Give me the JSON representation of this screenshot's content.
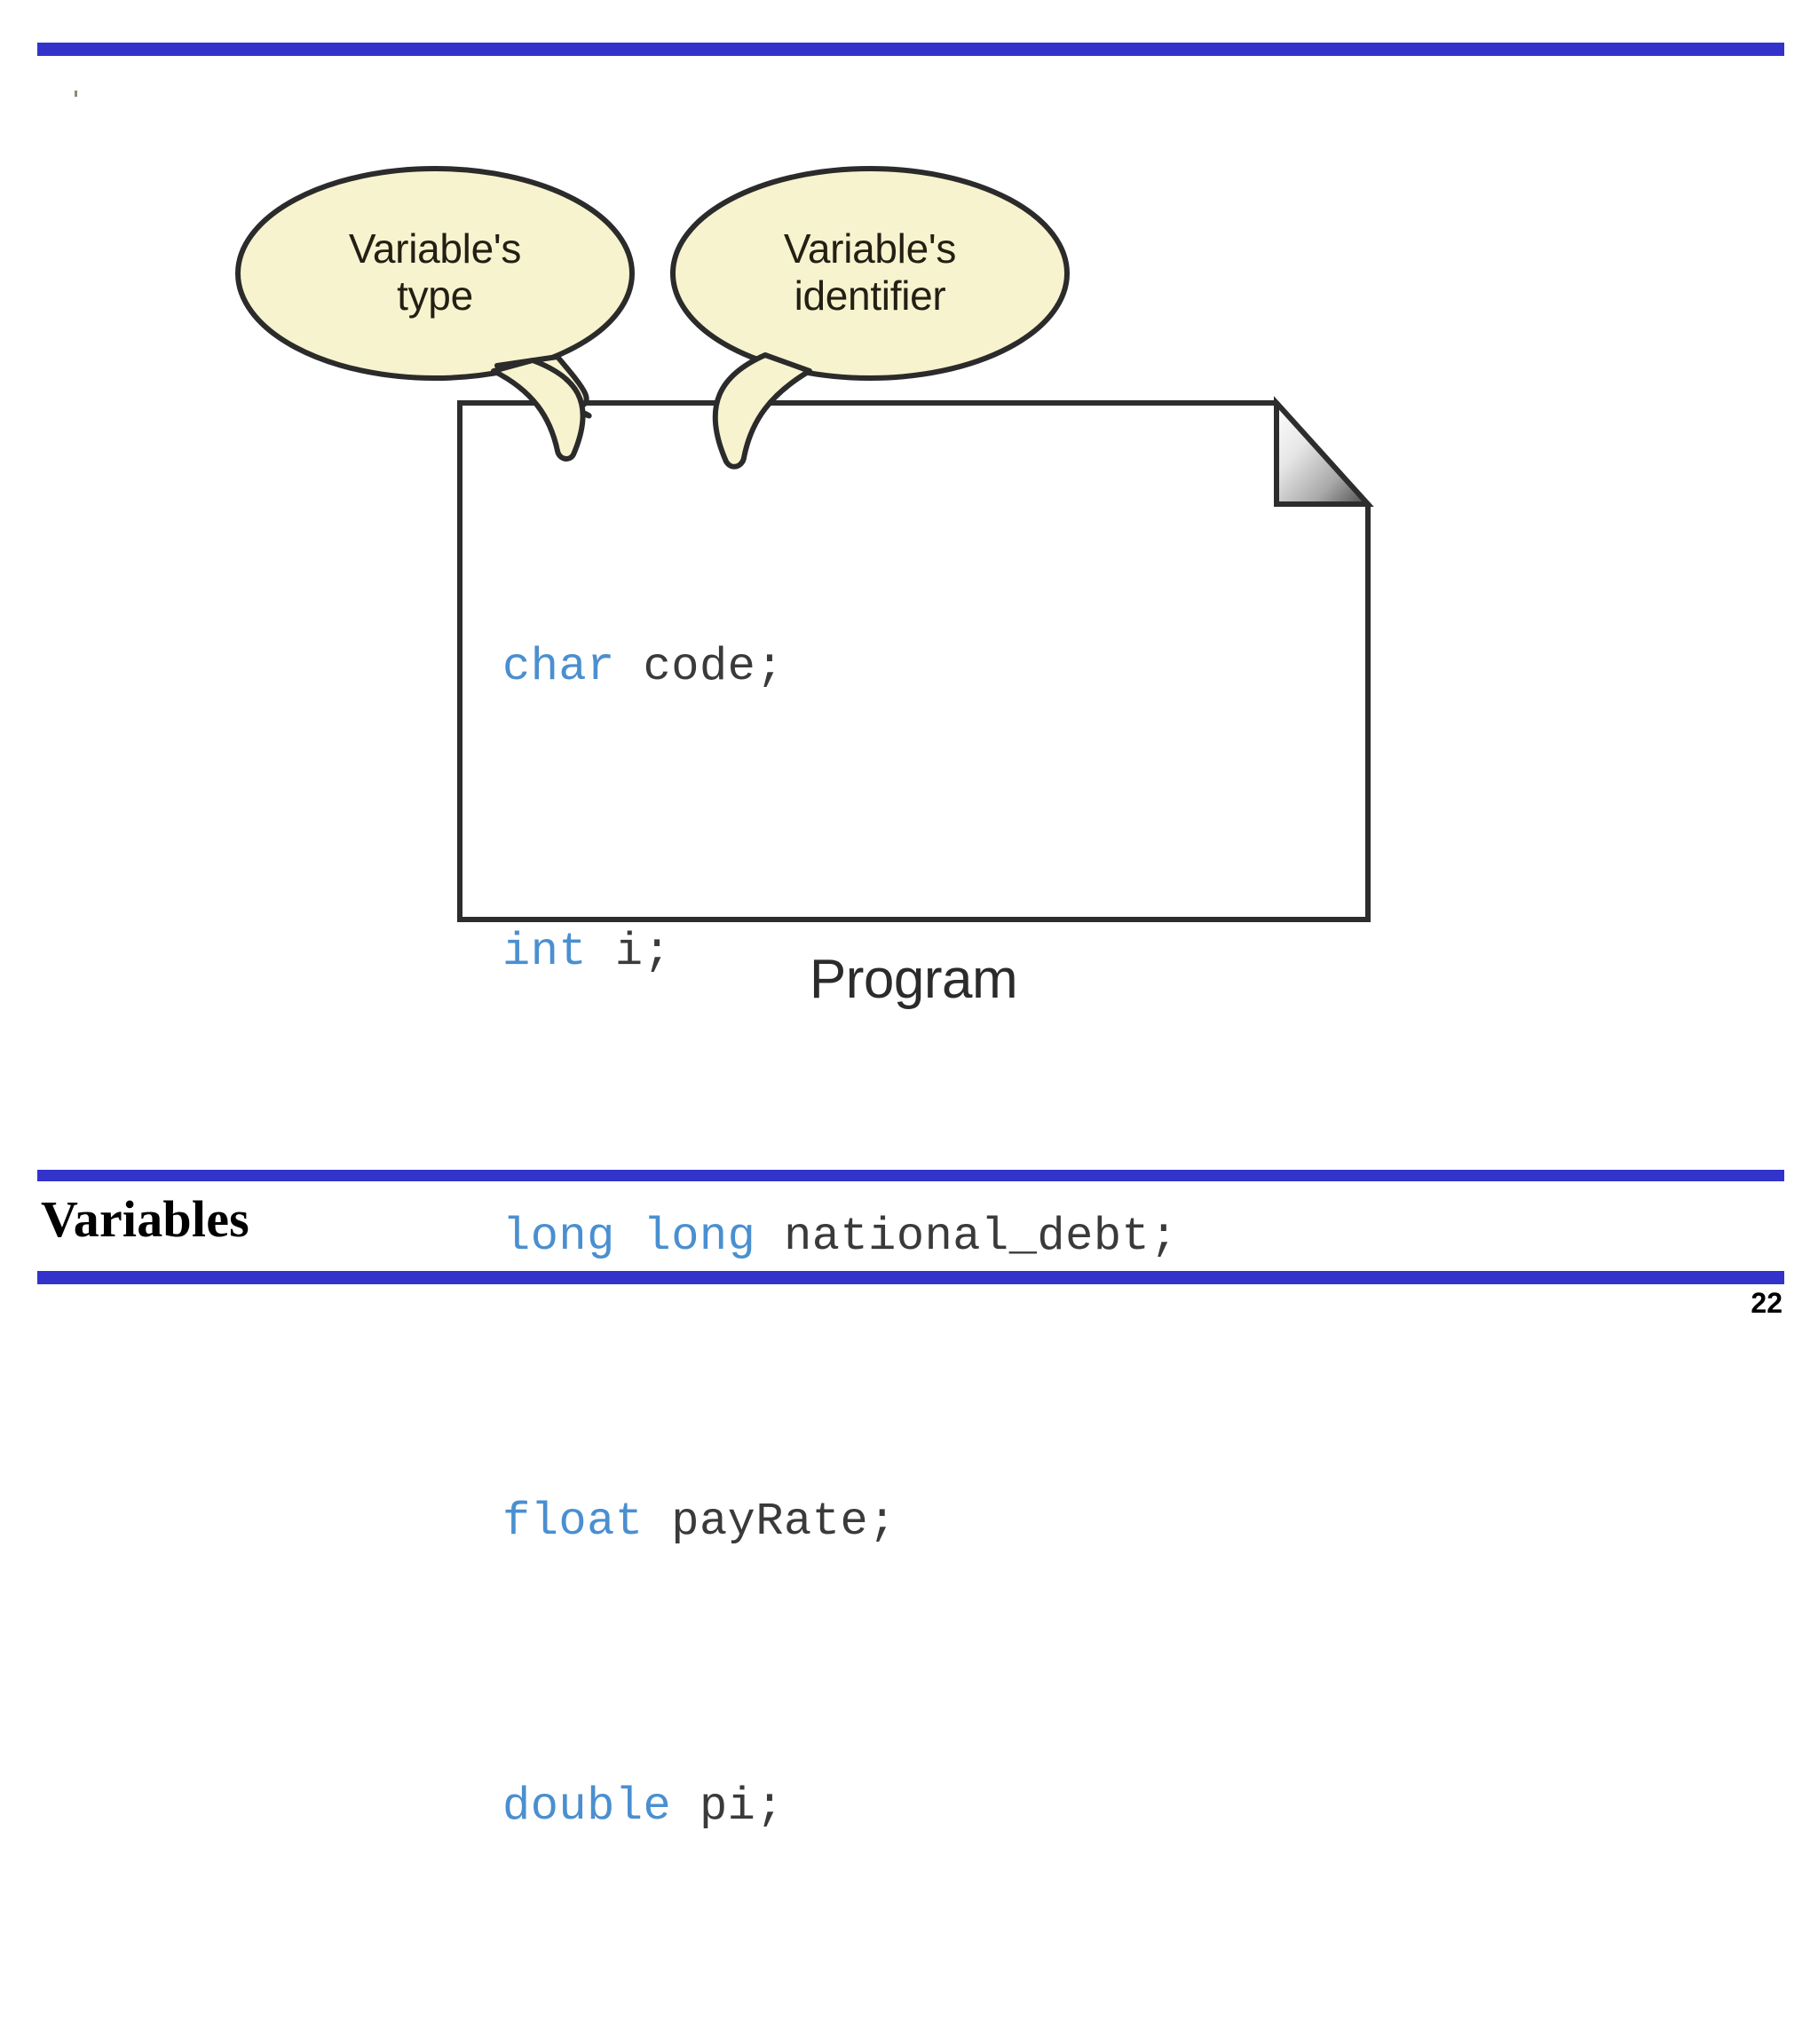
{
  "slide": {
    "page_number": "22",
    "footer_title": "Variables",
    "accent_color": "#3333CC"
  },
  "figure": {
    "caption": "Program",
    "callouts": [
      {
        "name": "variable-type",
        "text": "Variable's\ntype",
        "fill": "#F6F3CE",
        "stroke": "#2B2B2B"
      },
      {
        "name": "variable-identifier",
        "text": "Variable's\nidentifier",
        "fill": "#F6F3CE",
        "stroke": "#2B2B2B"
      }
    ],
    "code_lines": [
      {
        "keyword": "char",
        "rest": " code;"
      },
      {
        "keyword": "int",
        "rest": " i;"
      },
      {
        "keyword": "long long",
        "rest": " national_debt;"
      },
      {
        "keyword": "float",
        "rest": " payRate;"
      },
      {
        "keyword": "double",
        "rest": " pi;"
      }
    ],
    "keyword_color": "#4A8FD0",
    "identifier_color": "#3A3A3A"
  }
}
